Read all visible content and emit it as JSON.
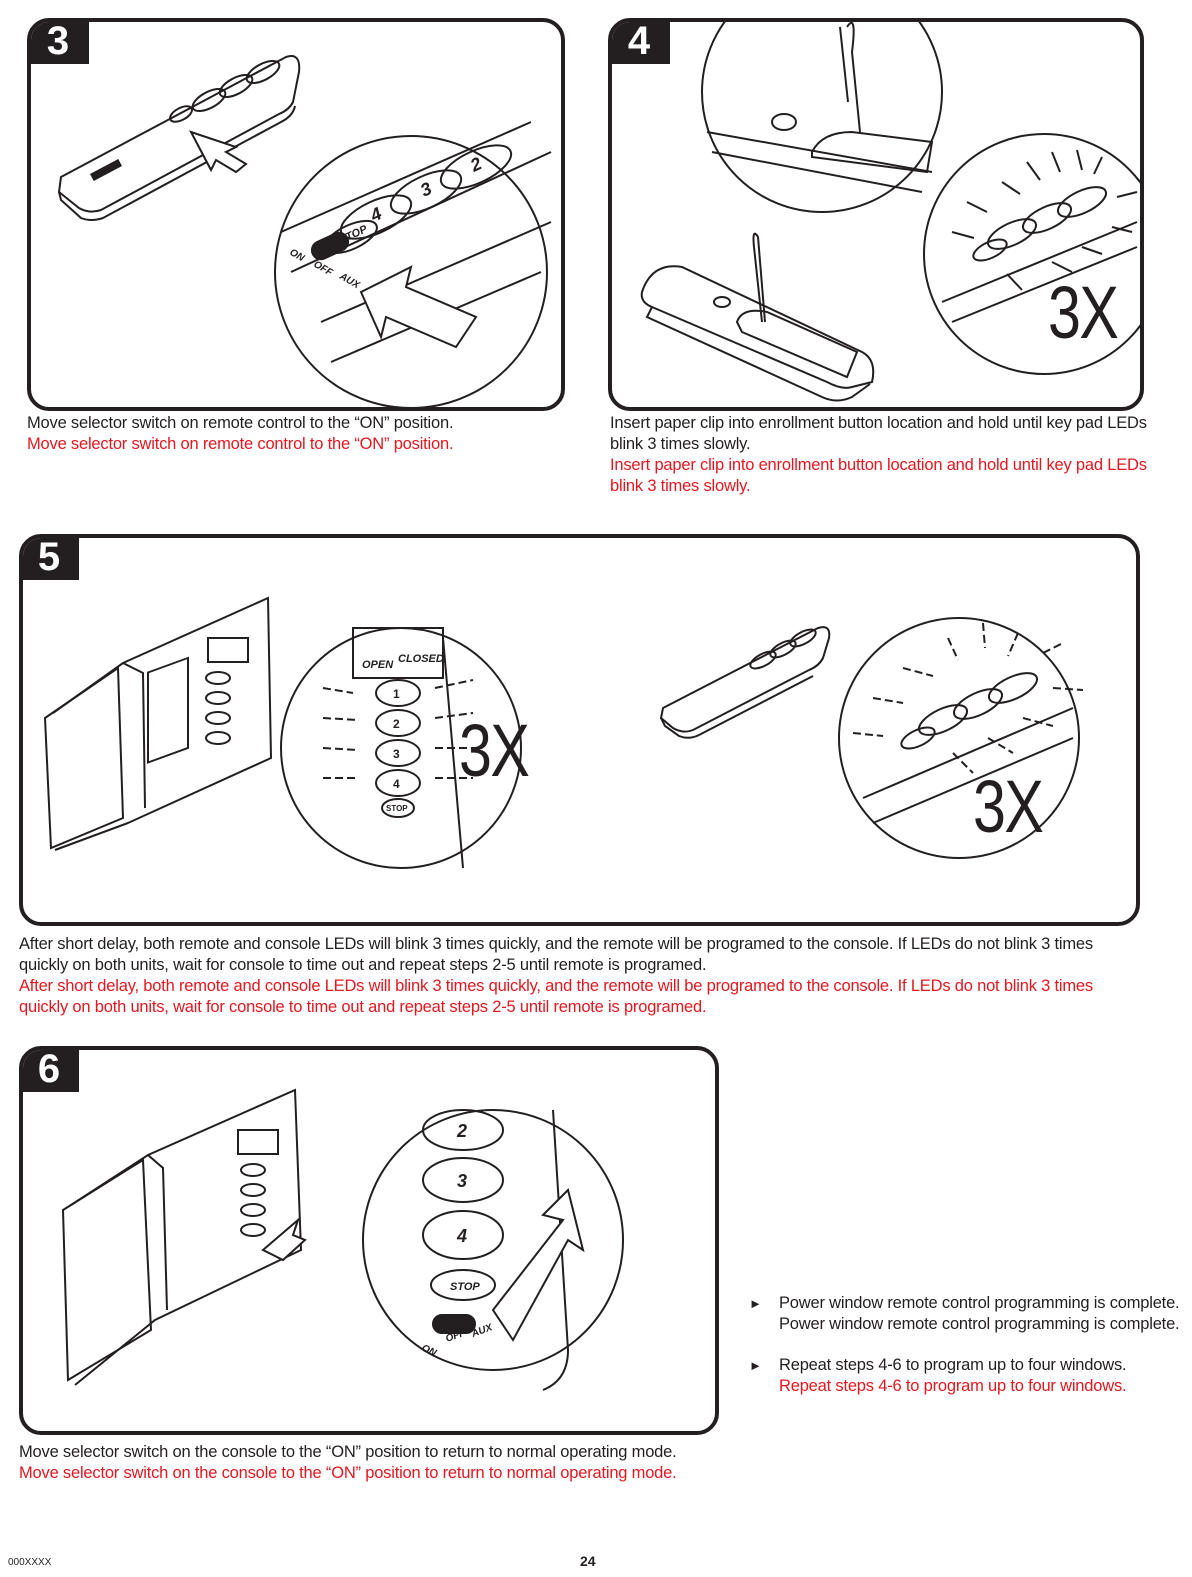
{
  "steps": [
    {
      "number": "3",
      "caption": "Move selector switch on remote control to the “ON” position.",
      "caption_red": "Move selector switch on remote control to the “ON” position.",
      "remote_labels": {
        "on": "ON",
        "off": "OFF",
        "aux": "AUX",
        "stop": "STOP",
        "keys": [
          "2",
          "3",
          "4"
        ]
      }
    },
    {
      "number": "4",
      "caption": "Insert paper clip into enrollment button location and hold until key pad LEDs blink 3 times slowly.",
      "caption_red": "Insert paper clip into enrollment button location and hold until key pad LEDs blink 3 times slowly.",
      "blink_label": "3X"
    },
    {
      "number": "5",
      "caption": "After short delay, both remote and console LEDs will blink 3 times quickly, and the remote will be programed to the console. If LEDs do not blink 3 times quickly on both units, wait for console to time out and repeat steps 2-5 until remote is programed.",
      "caption_red": "After short delay, both remote and console LEDs will blink 3 times quickly, and the remote will be programed to the console. If LEDs do not blink 3 times quickly on both units, wait for console to time out and repeat steps 2-5 until remote is programed.",
      "blink_label_console": "3X",
      "blink_label_remote": "3X",
      "console_labels": {
        "open": "OPEN",
        "closed": "CLOSED",
        "keys": [
          "1",
          "2",
          "3",
          "4"
        ],
        "stop": "STOP"
      }
    },
    {
      "number": "6",
      "caption": "Move selector switch on the console to the “ON” position to return to normal operating mode.",
      "caption_red": "Move selector switch on the console to the “ON” position to return to normal operating mode.",
      "console_labels": {
        "on": "ON",
        "off": "OFF",
        "aux": "AUX",
        "stop": "STOP",
        "keys": [
          "2",
          "3",
          "4"
        ]
      }
    }
  ],
  "notes": [
    {
      "text": "Power window remote control programming is complete.",
      "text_second": "Power window remote control programming is complete."
    },
    {
      "text": "Repeat steps 4-6 to program up to four windows.",
      "text_second": "Repeat steps 4-6 to program up to four windows."
    }
  ],
  "bullet_glyph": "►",
  "footer": {
    "code": "000XXXX",
    "page": "24"
  },
  "colors": {
    "ink": "#231f20",
    "translation_red": "#e3171f",
    "background": "#ffffff"
  }
}
